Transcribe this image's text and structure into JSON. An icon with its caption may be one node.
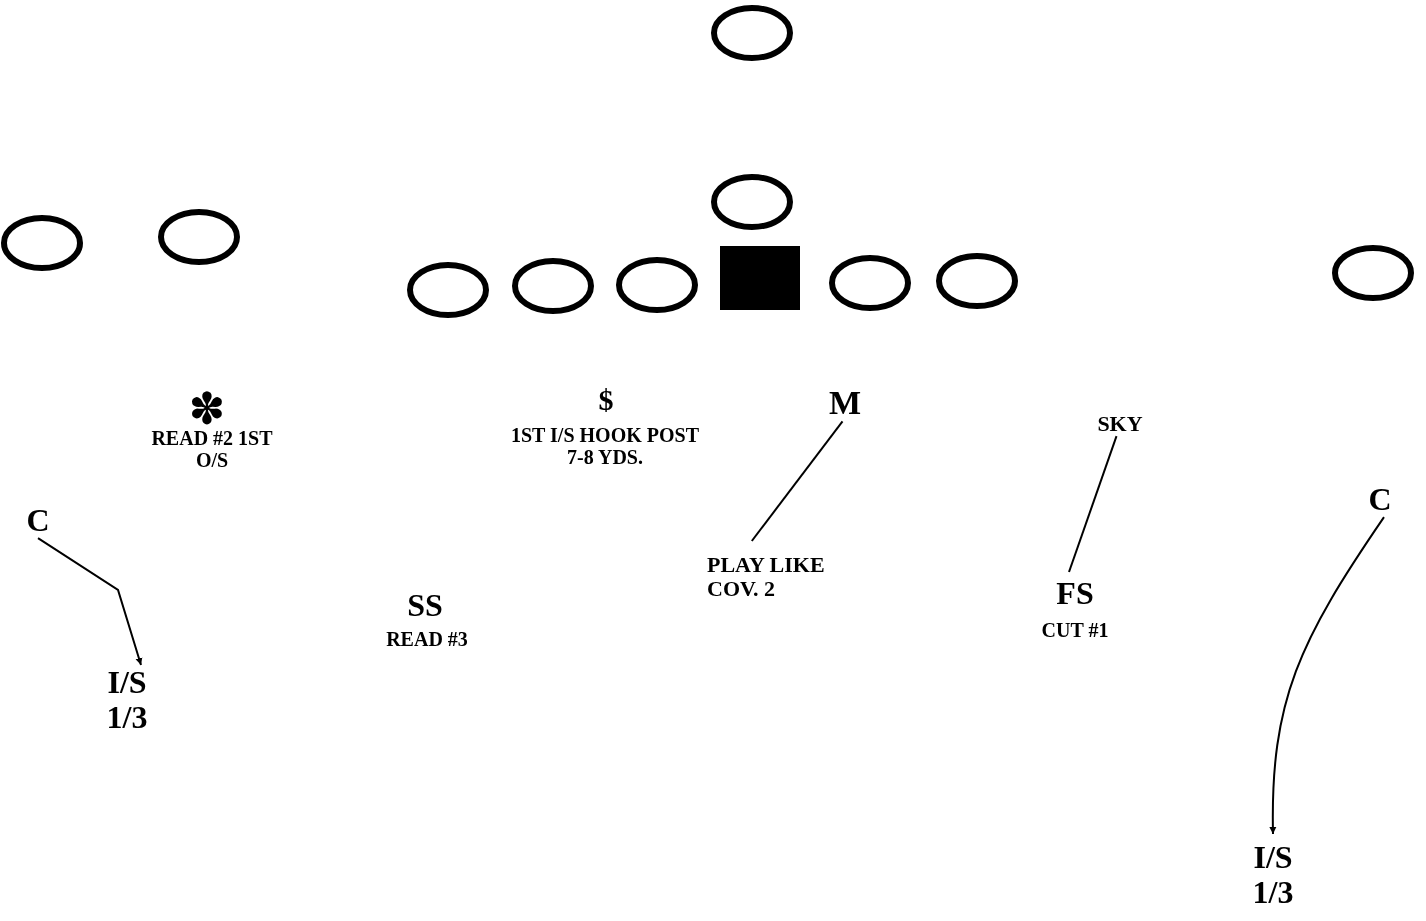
{
  "diagram": {
    "nodes": [
      {
        "text": [],
        "shape": "circle"
      },
      {
        "text": [],
        "shape": "circle"
      },
      {
        "text": [],
        "shape": "circle"
      },
      {
        "text": [],
        "shape": "circle"
      },
      {
        "text": [],
        "shape": "circle"
      },
      {
        "text": [],
        "shape": "circle"
      },
      {
        "text": [],
        "shape": "circle"
      },
      {
        "text": [],
        "shape": "box"
      },
      {
        "text": [],
        "shape": "circle"
      },
      {
        "text": [],
        "shape": "circle"
      },
      {
        "text": [],
        "shape": "circle"
      },
      {
        "text": [
          "M"
        ]
      },
      {
        "text": [
          "SKY"
        ]
      },
      {
        "text": [
          "C"
        ]
      },
      {
        "text": [
          "C"
        ]
      },
      {
        "text": [
          "PLAY LIKE COV. 2"
        ]
      },
      {
        "text": [
          "FS"
        ],
        "beside": [
          "CUT #1"
        ]
      },
      {
        "text": [
          "I/S 1/3"
        ]
      },
      {
        "text": [
          "I/S 1/3"
        ]
      }
    ],
    "edges": [
      {
        "from": 14,
        "to": 17,
        "arrow": "to"
      },
      {
        "from": 11,
        "to": 15,
        "arrow": "none"
      },
      {
        "from": 12,
        "to": 16,
        "arrow": "none"
      },
      {
        "from": 13,
        "to": 18,
        "arrow": "to"
      }
    ],
    "labels": [
      "$",
      "✽",
      "READ #2 1ST O/S",
      "1ST I/S HOOK POST 7-8 YDS.",
      "SS",
      "READ #3"
    ]
  }
}
